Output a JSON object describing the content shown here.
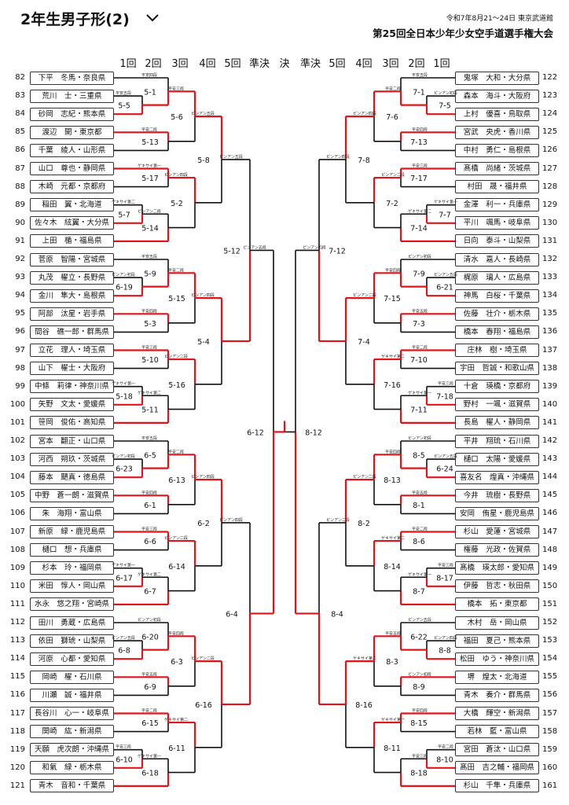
{
  "header": {
    "title": "2年生男子形(2)",
    "date": "令和7年8月21～24日  東京武道館",
    "tournament": "第25回全日本少年少女空手道選手権大会"
  },
  "rounds": [
    "1回",
    "2回",
    "3回",
    "4回",
    "5回",
    "準決",
    "決",
    "準決",
    "5回",
    "4回",
    "3回",
    "2回",
    "1回"
  ],
  "left_players": [
    {
      "num": "82",
      "name": "下平　冬馬・奈良県"
    },
    {
      "num": "83",
      "name": "荒川　士・三重県"
    },
    {
      "num": "84",
      "name": "砂岡　志紀・熊本県"
    },
    {
      "num": "85",
      "name": "渡辺　開・東京都"
    },
    {
      "num": "86",
      "name": "千葉　綾人・山形県"
    },
    {
      "num": "87",
      "name": "山口　尊也・静岡県"
    },
    {
      "num": "88",
      "name": "木崎　元都・京都府"
    },
    {
      "num": "89",
      "name": "稲田　翼・北海道"
    },
    {
      "num": "90",
      "name": "佐々木　絃翼・大分県"
    },
    {
      "num": "91",
      "name": "上田　楯・福島県"
    },
    {
      "num": "92",
      "name": "菅原　智陽・宮城県"
    },
    {
      "num": "93",
      "name": "丸茂　櫂立・長野県"
    },
    {
      "num": "94",
      "name": "金川　隼大・島根県"
    },
    {
      "num": "95",
      "name": "阿部　汰星・岩手県"
    },
    {
      "num": "96",
      "name": "間谷　礁一郎・群馬県"
    },
    {
      "num": "97",
      "name": "立花　理人・埼玉県"
    },
    {
      "num": "98",
      "name": "山下　櫂士・大阪府"
    },
    {
      "num": "99",
      "name": "中條　莉律・神奈川県"
    },
    {
      "num": "100",
      "name": "矢野　文太・愛媛県"
    },
    {
      "num": "101",
      "name": "笹岡　俊佑・高知県"
    },
    {
      "num": "102",
      "name": "宮本　翻正・山口県"
    },
    {
      "num": "103",
      "name": "河西　朔玖・茨城県"
    },
    {
      "num": "104",
      "name": "藤本　颶真・徳島県"
    },
    {
      "num": "105",
      "name": "中野　蒼一朗・滋賀県"
    },
    {
      "num": "106",
      "name": "朱　海翔・富山県"
    },
    {
      "num": "107",
      "name": "新原　緑・鹿児島県"
    },
    {
      "num": "108",
      "name": "樋口　想・兵庫県"
    },
    {
      "num": "109",
      "name": "杉本　玲・福岡県"
    },
    {
      "num": "110",
      "name": "米田　惇人・岡山県"
    },
    {
      "num": "111",
      "name": "水永　悠之翔・宮崎県"
    },
    {
      "num": "112",
      "name": "田川　勇蔵・広島県"
    },
    {
      "num": "113",
      "name": "依田　獅琥・山梨県"
    },
    {
      "num": "114",
      "name": "河原　心都・愛知県"
    },
    {
      "num": "115",
      "name": "岡崎　櫂・石川県"
    },
    {
      "num": "116",
      "name": "川瀬　誠・福井県"
    },
    {
      "num": "117",
      "name": "長谷川　心一・岐阜県"
    },
    {
      "num": "118",
      "name": "関崎　紘・新潟県"
    },
    {
      "num": "119",
      "name": "天願　虎次朗・沖縄県"
    },
    {
      "num": "120",
      "name": "和氣　緑・栃木県"
    },
    {
      "num": "121",
      "name": "青木　音和・千葉県"
    }
  ],
  "right_players": [
    {
      "num": "122",
      "name": "鬼塚　大和・大分県"
    },
    {
      "num": "123",
      "name": "森本　海斗・大阪府"
    },
    {
      "num": "124",
      "name": "上村　優喜・鳥取県"
    },
    {
      "num": "125",
      "name": "宮武　央虎・香川県"
    },
    {
      "num": "126",
      "name": "中村　勇仁・島根県"
    },
    {
      "num": "127",
      "name": "髙橋　尚緒・茨城県"
    },
    {
      "num": "128",
      "name": "村田　晟・福井県"
    },
    {
      "num": "129",
      "name": "金澤　利一・兵庫県"
    },
    {
      "num": "130",
      "name": "平川　颯馬・岐阜県"
    },
    {
      "num": "131",
      "name": "日向　泰斗・山梨県"
    },
    {
      "num": "132",
      "name": "清水　嘉人・長崎県"
    },
    {
      "num": "133",
      "name": "梶原　璃人・広島県"
    },
    {
      "num": "134",
      "name": "神馬　白桜・千葉県"
    },
    {
      "num": "135",
      "name": "佐藤　壮介・栃木県"
    },
    {
      "num": "136",
      "name": "橋本　春翔・福島県"
    },
    {
      "num": "137",
      "name": "庄林　樹・埼玉県"
    },
    {
      "num": "138",
      "name": "宇田　哲誠・和歌山県"
    },
    {
      "num": "139",
      "name": "十倉　瑛橋・京都府"
    },
    {
      "num": "140",
      "name": "野村　一颯・滋賀県"
    },
    {
      "num": "141",
      "name": "長島　櫂人・静岡県"
    },
    {
      "num": "142",
      "name": "平井　翔琉・石川県"
    },
    {
      "num": "143",
      "name": "樋口　太陽・愛媛県"
    },
    {
      "num": "144",
      "name": "喜友名　煌真・沖縄県"
    },
    {
      "num": "145",
      "name": "今井　琉樹・長野県"
    },
    {
      "num": "146",
      "name": "安岡　侑星・鹿児島県"
    },
    {
      "num": "147",
      "name": "杉山　愛蓮・宮城県"
    },
    {
      "num": "148",
      "name": "権藤　光政・佐賀県"
    },
    {
      "num": "149",
      "name": "髙橋　瑛太郎・愛知県"
    },
    {
      "num": "150",
      "name": "伊藤　哲志・秋田県"
    },
    {
      "num": "151",
      "name": "橋本　拓・東京都"
    },
    {
      "num": "152",
      "name": "木村　岳・岡山県"
    },
    {
      "num": "153",
      "name": "福田　夏己・熊本県"
    },
    {
      "num": "154",
      "name": "松田　ゆう・神奈川県"
    },
    {
      "num": "155",
      "name": "堺　煌太・北海道"
    },
    {
      "num": "156",
      "name": "青木　奏介・群馬県"
    },
    {
      "num": "157",
      "name": "大橋　輝空・新潟県"
    },
    {
      "num": "158",
      "name": "若林　藍・富山県"
    },
    {
      "num": "159",
      "name": "宮田　蒼汰・山口県"
    },
    {
      "num": "160",
      "name": "髙田　吉之輔・福岡県"
    },
    {
      "num": "161",
      "name": "杉山　千隼・兵庫県"
    }
  ],
  "matches_left": [
    {
      "label": "5-5"
    },
    {
      "label": "5-1"
    },
    {
      "label": "5-13"
    },
    {
      "label": "5-6"
    },
    {
      "label": "5-17"
    },
    {
      "label": "5-7"
    },
    {
      "label": "5-14"
    },
    {
      "label": "5-2"
    },
    {
      "label": "5-8"
    },
    {
      "label": "6-19"
    },
    {
      "label": "5-9"
    },
    {
      "label": "5-3"
    },
    {
      "label": "5-15"
    },
    {
      "label": "5-10"
    },
    {
      "label": "5-18"
    },
    {
      "label": "5-11"
    },
    {
      "label": "5-16"
    },
    {
      "label": "5-4"
    },
    {
      "label": "5-12"
    },
    {
      "label": "6-23"
    },
    {
      "label": "6-5"
    },
    {
      "label": "6-1"
    },
    {
      "label": "6-13"
    },
    {
      "label": "6-6"
    },
    {
      "label": "6-17"
    },
    {
      "label": "6-7"
    },
    {
      "label": "6-14"
    },
    {
      "label": "6-2"
    },
    {
      "label": "6-8"
    },
    {
      "label": "6-20"
    },
    {
      "label": "6-9"
    },
    {
      "label": "6-3"
    },
    {
      "label": "6-15"
    },
    {
      "label": "6-10"
    },
    {
      "label": "6-18"
    },
    {
      "label": "6-11"
    },
    {
      "label": "6-16"
    },
    {
      "label": "6-4"
    },
    {
      "label": "6-12"
    }
  ],
  "matches_right": [
    {
      "label": "7-5"
    },
    {
      "label": "7-1"
    },
    {
      "label": "7-13"
    },
    {
      "label": "7-6"
    },
    {
      "label": "7-17"
    },
    {
      "label": "7-7"
    },
    {
      "label": "7-14"
    },
    {
      "label": "7-2"
    },
    {
      "label": "7-8"
    },
    {
      "label": "6-21"
    },
    {
      "label": "7-9"
    },
    {
      "label": "7-3"
    },
    {
      "label": "7-15"
    },
    {
      "label": "7-10"
    },
    {
      "label": "7-18"
    },
    {
      "label": "7-11"
    },
    {
      "label": "7-16"
    },
    {
      "label": "7-4"
    },
    {
      "label": "7-12"
    },
    {
      "label": "6-24"
    },
    {
      "label": "8-5"
    },
    {
      "label": "8-1"
    },
    {
      "label": "8-13"
    },
    {
      "label": "8-6"
    },
    {
      "label": "8-17"
    },
    {
      "label": "8-7"
    },
    {
      "label": "8-14"
    },
    {
      "label": "8-2"
    },
    {
      "label": "8-8"
    },
    {
      "label": "6-22"
    },
    {
      "label": "8-9"
    },
    {
      "label": "8-3"
    },
    {
      "label": "8-15"
    },
    {
      "label": "8-10"
    },
    {
      "label": "8-18"
    },
    {
      "label": "8-11"
    },
    {
      "label": "8-16"
    },
    {
      "label": "8-4"
    },
    {
      "label": "8-12"
    }
  ],
  "kata_labels": [
    {
      "text": "平安五段"
    },
    {
      "text": "平安四段"
    },
    {
      "text": "平安二段"
    },
    {
      "text": "平安三段"
    },
    {
      "text": "ゲキサイ第一"
    },
    {
      "text": "ゲキサイ第二"
    },
    {
      "text": "ピンアン二段"
    },
    {
      "text": "ピンアン四段"
    },
    {
      "text": "ピンアン五段"
    },
    {
      "text": "ピンアン初段"
    }
  ],
  "colors": {
    "winner_line": "#e0141b",
    "loser_line": "#111111",
    "box_border": "#333333"
  }
}
